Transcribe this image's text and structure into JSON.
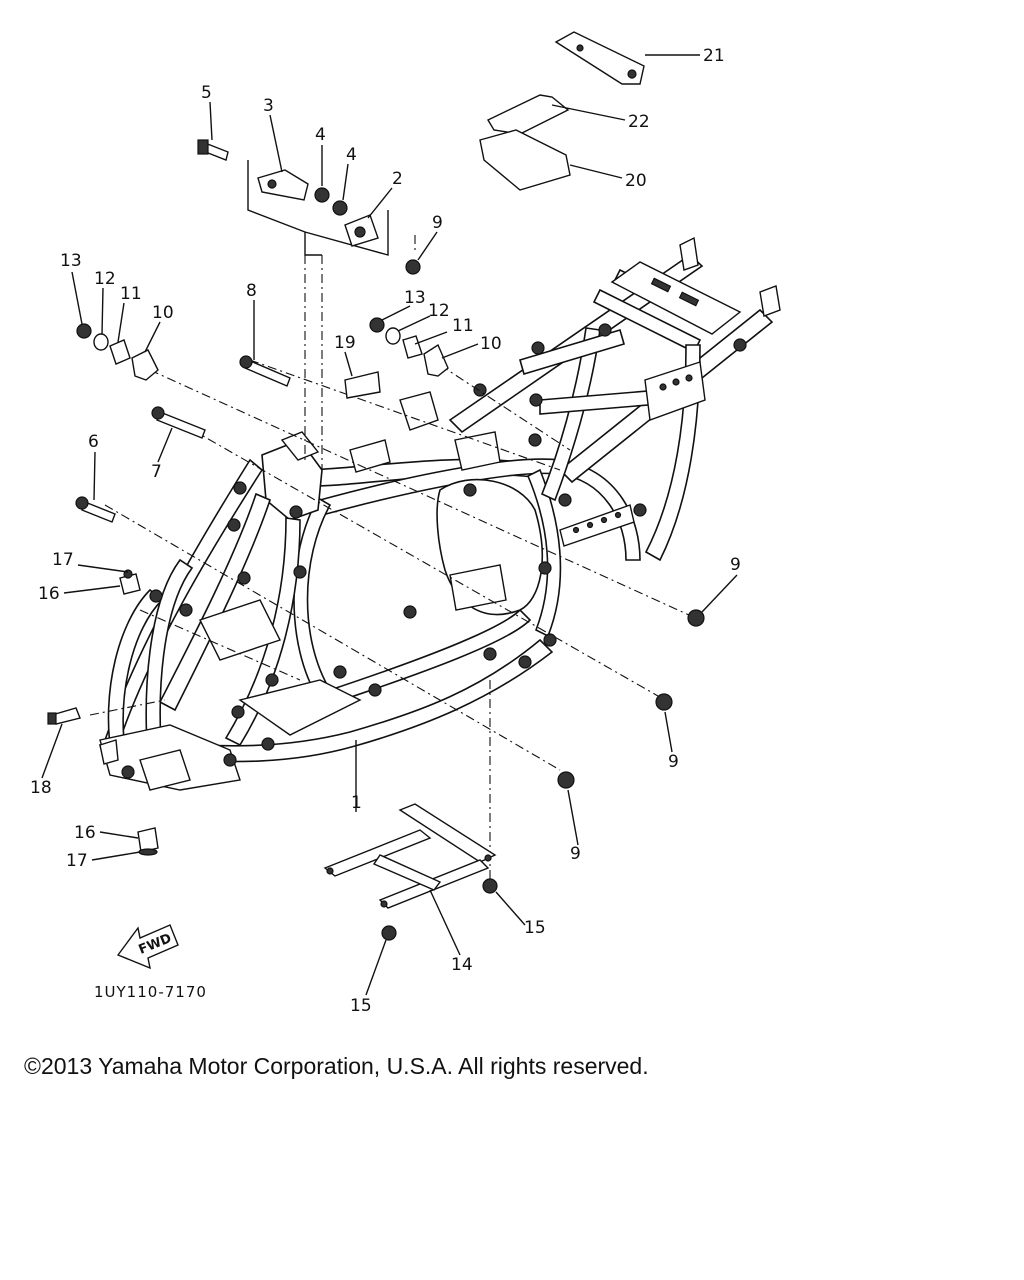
{
  "diagram": {
    "callouts": {
      "c1": "1",
      "c2": "2",
      "c3": "3",
      "c4a": "4",
      "c4b": "4",
      "c5": "5",
      "c6": "6",
      "c7": "7",
      "c8": "8",
      "c9a": "9",
      "c9b": "9",
      "c9c": "9",
      "c9d": "9",
      "c10a": "10",
      "c10b": "10",
      "c11a": "11",
      "c11b": "11",
      "c12a": "12",
      "c12b": "12",
      "c13a": "13",
      "c13b": "13",
      "c14": "14",
      "c15a": "15",
      "c15b": "15",
      "c16a": "16",
      "c16b": "16",
      "c17a": "17",
      "c17b": "17",
      "c18": "18",
      "c19": "19",
      "c20": "20",
      "c21": "21",
      "c22": "22"
    },
    "fwd_label": "FWD",
    "drawing_code": "1UY110-7170"
  },
  "footer": {
    "copyright": "©2013 Yamaha Motor Corporation, U.S.A. All rights reserved."
  }
}
